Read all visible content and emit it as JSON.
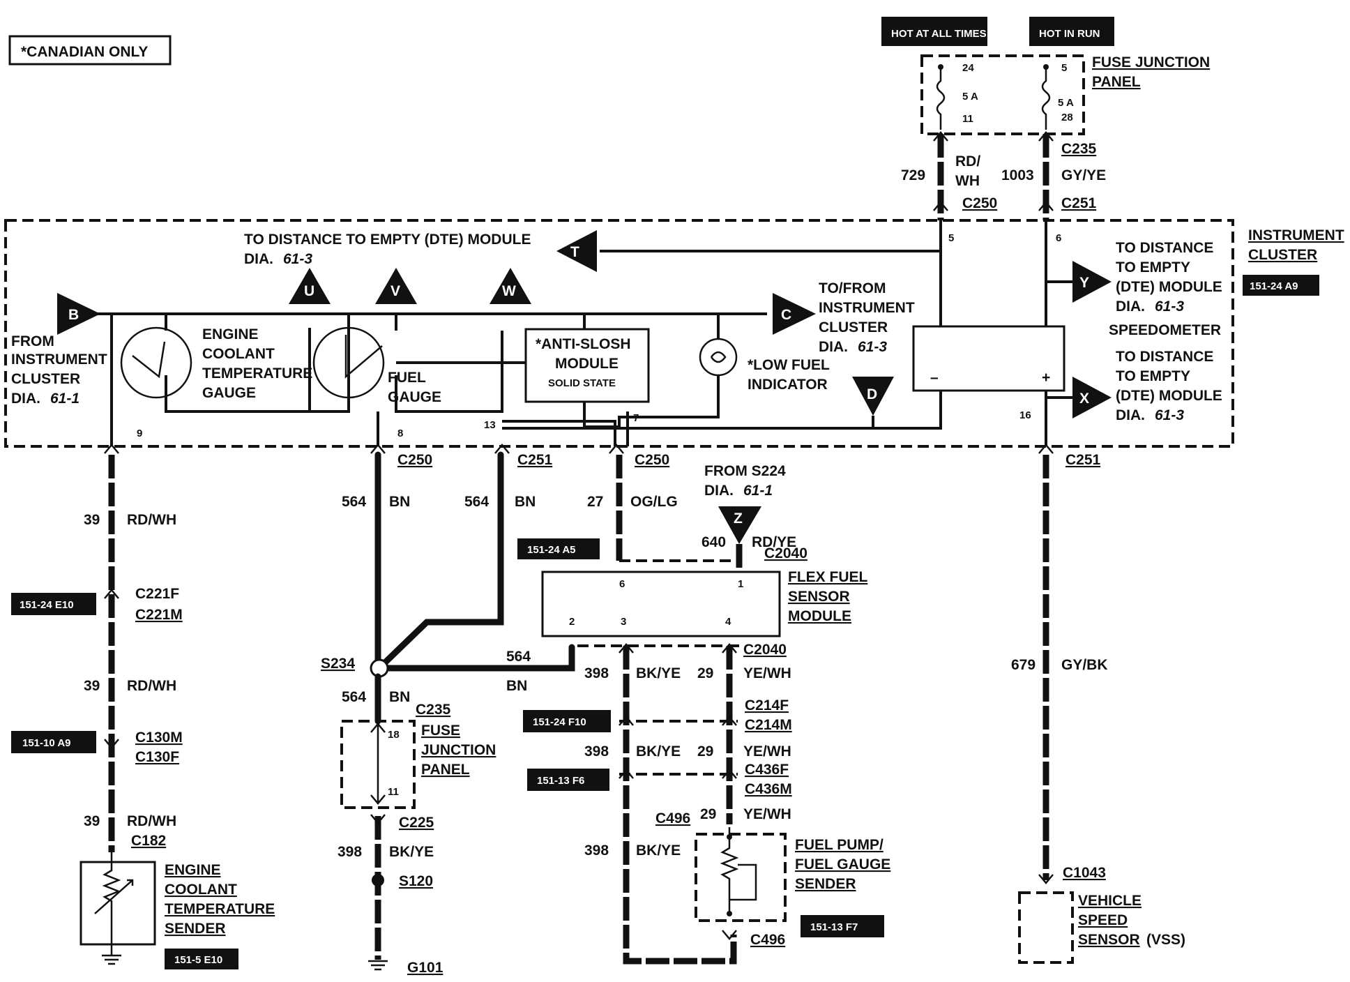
{
  "notes": {
    "canadian_only": "*CANADIAN ONLY"
  },
  "power": {
    "hot_at_all_times": "HOT AT ALL TIMES",
    "hot_in_run": "HOT IN RUN",
    "fuse_left_top": "24",
    "fuse_left_amp": "5 A",
    "fuse_left_bottom": "11",
    "fuse_right_top": "5",
    "fuse_right_amp": "5 A",
    "fuse_right_bottom": "28",
    "panel_line1": "FUSE JUNCTION",
    "panel_line2": "PANEL"
  },
  "top_wires": {
    "left_circuit": "729",
    "left_color_line1": "RD/",
    "left_color_line2": "WH",
    "left_connector": "C250",
    "right_circuit": "1003",
    "right_color": "GY/YE",
    "right_connector_top": "C235",
    "right_connector_bottom": "C251",
    "pin_5": "5",
    "pin_6": "6"
  },
  "cluster": {
    "title_line1": "INSTRUMENT",
    "title_line2": "CLUSTER",
    "ref": "151-24 A9",
    "from_line1": "FROM",
    "from_line2": "INSTRUMENT",
    "from_line3": "CLUSTER",
    "from_dia": "DIA.",
    "from_dia_num": "61-1",
    "dte_top_line1": "TO DISTANCE TO EMPTY (DTE) MODULE",
    "dte_top_dia": "DIA.",
    "dte_top_num": "61-3",
    "ect_line1": "ENGINE",
    "ect_line2": "COOLANT",
    "ect_line3": "TEMPERATURE",
    "ect_line4": "GAUGE",
    "fuel_line1": "FUEL",
    "fuel_line2": "GAUGE",
    "antislosh_line1": "*ANTI-SLOSH",
    "antislosh_line2": "MODULE",
    "antislosh_line3": "SOLID STATE",
    "lowfuel_line1": "*LOW FUEL",
    "lowfuel_line2": "INDICATOR",
    "tofrom_line1": "TO/FROM",
    "tofrom_line2": "INSTRUMENT",
    "tofrom_line3": "CLUSTER",
    "tofrom_dia": "DIA.",
    "tofrom_num": "61-3",
    "dte_right1_line1": "TO DISTANCE",
    "dte_right1_line2": "TO EMPTY",
    "dte_right1_line3": "(DTE) MODULE",
    "dte_right1_dia": "DIA.",
    "dte_right1_num": "61-3",
    "speedometer": "SPEEDOMETER",
    "dte_right2_line1": "TO DISTANCE",
    "dte_right2_line2": "TO EMPTY",
    "dte_right2_line3": "(DTE) MODULE",
    "dte_right2_dia": "DIA.",
    "dte_right2_num": "61-3",
    "minus": "–",
    "plus": "+",
    "pin_9": "9",
    "pin_8": "8",
    "pin_13": "13",
    "pin_7": "7",
    "pin_16": "16"
  },
  "arrows": {
    "b": "B",
    "u": "U",
    "v": "V",
    "w": "W",
    "t": "T",
    "c": "C",
    "d": "D",
    "y": "Y",
    "x": "X",
    "z": "Z"
  },
  "lower": {
    "c250_a": "C250",
    "c251_a": "C251",
    "c250_b": "C250",
    "c251_b": "C251",
    "w39": "39",
    "rdwh": "RD/WH",
    "w564": "564",
    "bn": "BN",
    "w27": "27",
    "oglg": "OG/LG",
    "from_s224": "FROM S224",
    "from_s224_dia": "DIA.",
    "from_s224_num": "61-1",
    "w640": "640",
    "rdye": "RD/YE",
    "c2040_top": "C2040",
    "ref_a5": "151-24 A5",
    "ref_e10": "151-24 E10",
    "ref_a9": "151-10 A9",
    "ref_f10": "151-24 F10",
    "ref_f6": "151-13 F6",
    "ref_f7": "151-13 F7",
    "ref_5e10": "151-5 E10",
    "c221f": "C221F",
    "c221m": "C221M",
    "c130m": "C130M",
    "c130f": "C130F",
    "c182": "C182",
    "ect_sender_line1": "ENGINE",
    "ect_sender_line2": "COOLANT",
    "ect_sender_line3": "TEMPERATURE",
    "ect_sender_line4": "SENDER",
    "flex_line1": "FLEX FUEL",
    "flex_line2": "SENSOR",
    "flex_line3": "MODULE",
    "flex_pin6": "6",
    "flex_pin1": "1",
    "flex_pin2": "2",
    "flex_pin3": "3",
    "flex_pin4": "4",
    "s234": "S234",
    "c235": "C235",
    "fjp_line1": "FUSE",
    "fjp_line2": "JUNCTION",
    "fjp_line3": "PANEL",
    "fjp_pin18": "18",
    "fjp_pin11": "11",
    "c225": "C225",
    "w398": "398",
    "bkye": "BK/YE",
    "s120": "S120",
    "g101": "G101",
    "c2040_bottom": "C2040",
    "w29": "29",
    "yewh": "YE/WH",
    "c214f": "C214F",
    "c214m": "C214M",
    "c436f": "C436F",
    "c436m": "C436M",
    "c496_top": "C496",
    "c496_bottom": "C496",
    "pump_line1": "FUEL PUMP/",
    "pump_line2": "FUEL GAUGE",
    "pump_line3": "SENDER",
    "w679": "679",
    "gybk": "GY/BK",
    "c1043": "C1043",
    "vss_line1": "VEHICLE",
    "vss_line2": "SPEED",
    "vss_line3": "SENSOR",
    "vss_abbrev": "(VSS)"
  }
}
